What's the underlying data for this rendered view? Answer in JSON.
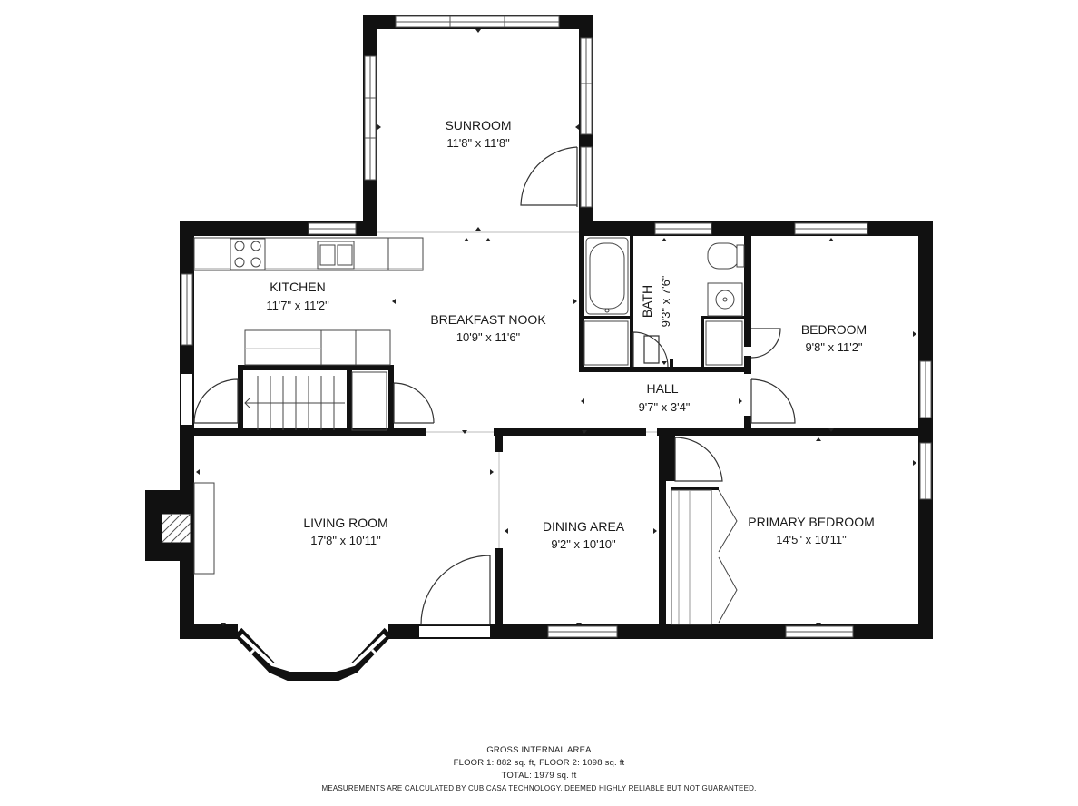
{
  "rooms": {
    "sunroom": {
      "name": "SUNROOM",
      "dims": "11'8\" x 11'8\""
    },
    "kitchen": {
      "name": "KITCHEN",
      "dims": "11'7\" x 11'2\""
    },
    "breakfast_nook": {
      "name": "BREAKFAST NOOK",
      "dims": "10'9\" x 11'6\""
    },
    "bath": {
      "name": "BATH",
      "dims": "9'3\" x 7'6\""
    },
    "bedroom": {
      "name": "BEDROOM",
      "dims": "9'8\" x 11'2\""
    },
    "hall": {
      "name": "HALL",
      "dims": "9'7\" x 3'4\""
    },
    "living_room": {
      "name": "LIVING ROOM",
      "dims": "17'8\" x 10'11\""
    },
    "dining_area": {
      "name": "DINING AREA",
      "dims": "9'2\" x 10'10\""
    },
    "primary_bedroom": {
      "name": "PRIMARY BEDROOM",
      "dims": "14'5\" x 10'11\""
    }
  },
  "footer": {
    "heading": "GROSS INTERNAL AREA",
    "floors": "FLOOR 1: 882 sq. ft, FLOOR 2: 1098 sq. ft",
    "total": "TOTAL: 1979 sq. ft",
    "disclaimer": "MEASUREMENTS ARE CALCULATED BY CUBICASA TECHNOLOGY. DEEMED HIGHLY RELIABLE BUT NOT GUARANTEED."
  }
}
